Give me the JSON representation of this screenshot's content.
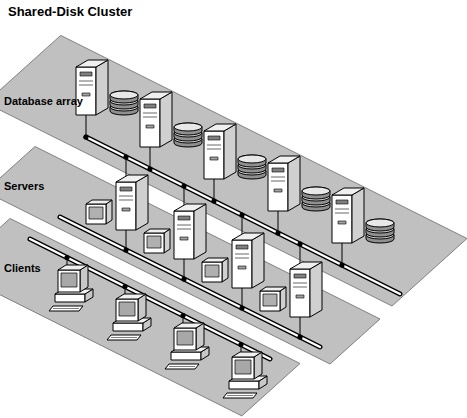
{
  "diagram": {
    "title": "Shared-Disk Cluster",
    "labels": [
      "Database array",
      "Servers",
      "Clients"
    ]
  }
}
